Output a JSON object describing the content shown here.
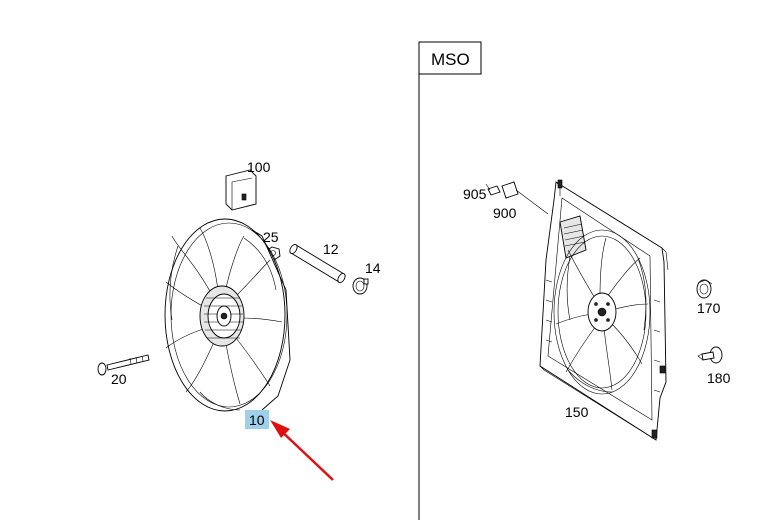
{
  "variant_box": {
    "text": "MSO"
  },
  "highlight_color": "#9fd0ea",
  "arrow_color": "#e01010",
  "parts": {
    "fan": "10",
    "pipe": "12",
    "clamp": "14",
    "bolt": "20",
    "nut": "25",
    "cap": "100",
    "shroud": "150",
    "grommet": "170",
    "rivet": "180",
    "connector": "900",
    "pin": "905"
  }
}
